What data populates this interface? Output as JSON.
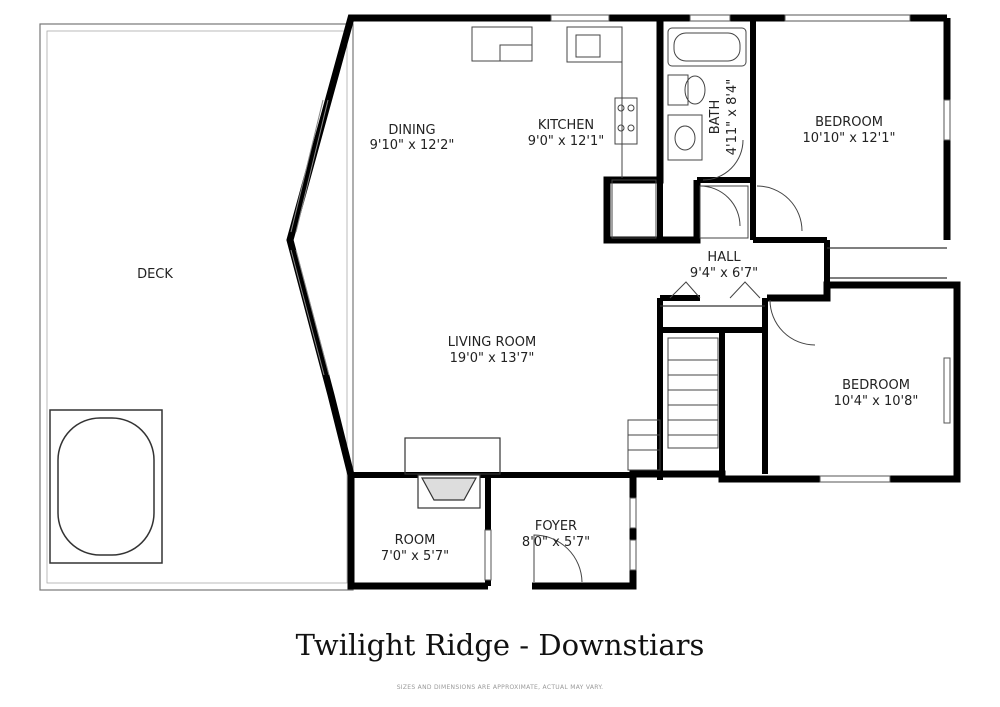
{
  "rooms": {
    "deck": {
      "name": "DECK",
      "dims": ""
    },
    "dining": {
      "name": "DINING",
      "dims": "9'10\" x 12'2\""
    },
    "kitchen": {
      "name": "KITCHEN",
      "dims": "9'0\" x 12'1\""
    },
    "bath": {
      "name": "BATH",
      "dims": "4'11\" x 8'4\""
    },
    "bedroom1": {
      "name": "BEDROOM",
      "dims": "10'10\" x 12'1\""
    },
    "hall": {
      "name": "HALL",
      "dims": "9'4\" x 6'7\""
    },
    "living": {
      "name": "LIVING ROOM",
      "dims": "19'0\" x 13'7\""
    },
    "bedroom2": {
      "name": "BEDROOM",
      "dims": "10'4\" x 10'8\""
    },
    "room": {
      "name": "ROOM",
      "dims": "7'0\" x 5'7\""
    },
    "foyer": {
      "name": "FOYER",
      "dims": "8'0\" x 5'7\""
    }
  },
  "title": "Twilight Ridge - Downstiars",
  "disclaimer": "SIZES AND DIMENSIONS ARE APPROXIMATE, ACTUAL MAY VARY.",
  "colors": {
    "wall": "#000000",
    "line": "#555555"
  }
}
